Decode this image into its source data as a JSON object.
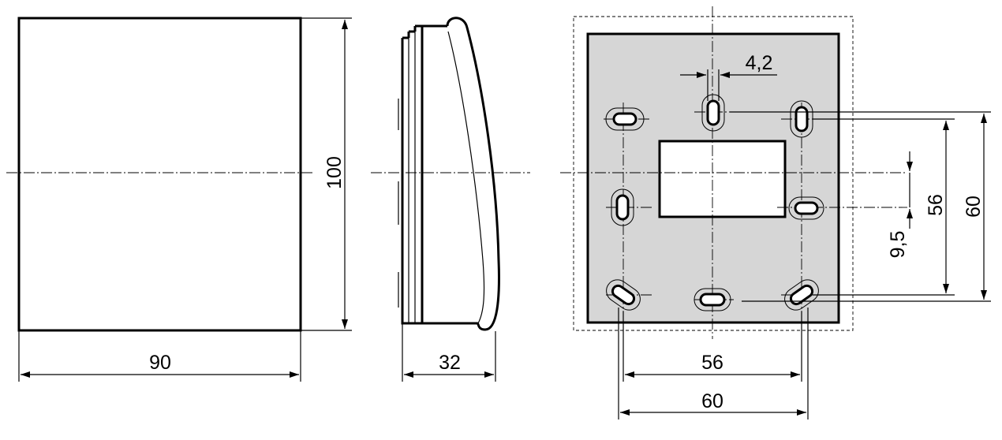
{
  "front_view": {
    "width_label": "90",
    "height_label": "100"
  },
  "side_view": {
    "depth_label": "32"
  },
  "back_view": {
    "slot_width_label": "4,2",
    "offset_label": "9,5",
    "inner_vertical_label": "56",
    "outer_vertical_label": "60",
    "inner_horizontal_label": "56",
    "outer_horizontal_label": "60"
  }
}
